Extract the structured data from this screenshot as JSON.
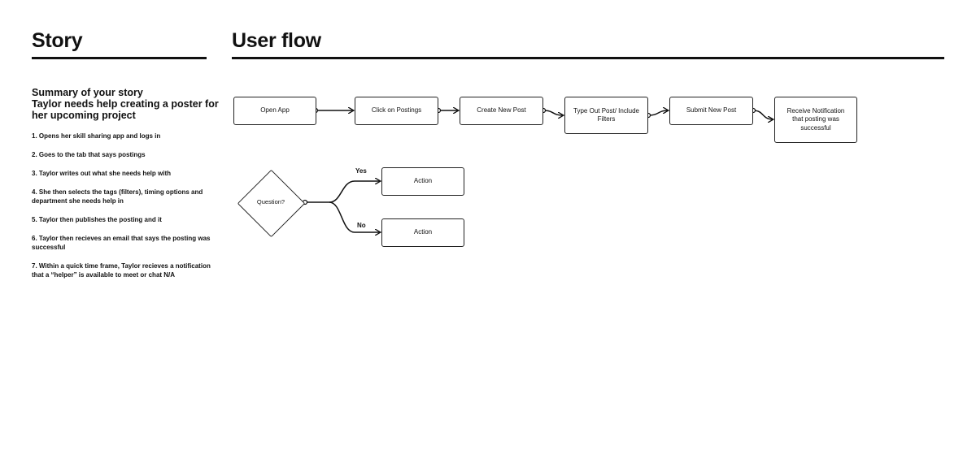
{
  "story": {
    "title": "Story",
    "summary_heading_1": "Summary of your story",
    "summary_heading_2": "Taylor needs help creating a poster for her upcoming project",
    "steps": [
      "1. Opens her skill sharing app and logs in",
      "2. Goes to the tab that says postings",
      "3. Taylor writes out what she needs help with",
      "4. She then selects the tags (filters), timing options and department she needs help in",
      "5. Taylor then publishes the posting and it",
      "6. Taylor then recieves an email that says the posting was successful",
      "7. Within a quick time frame, Taylor recieves a notification that a “helper” is available to meet or chat N/A"
    ]
  },
  "user_flow": {
    "title": "User flow",
    "nodes": [
      "Open App",
      "Click on Postings",
      "Create New Post",
      "Type Out Post/ Include Filters",
      "Submit New Post",
      "Receive Notification that posting was successful"
    ],
    "decision": {
      "question": "Question?",
      "yes_label": "Yes",
      "no_label": "No",
      "yes_action": "Action",
      "no_action": "Action"
    }
  }
}
